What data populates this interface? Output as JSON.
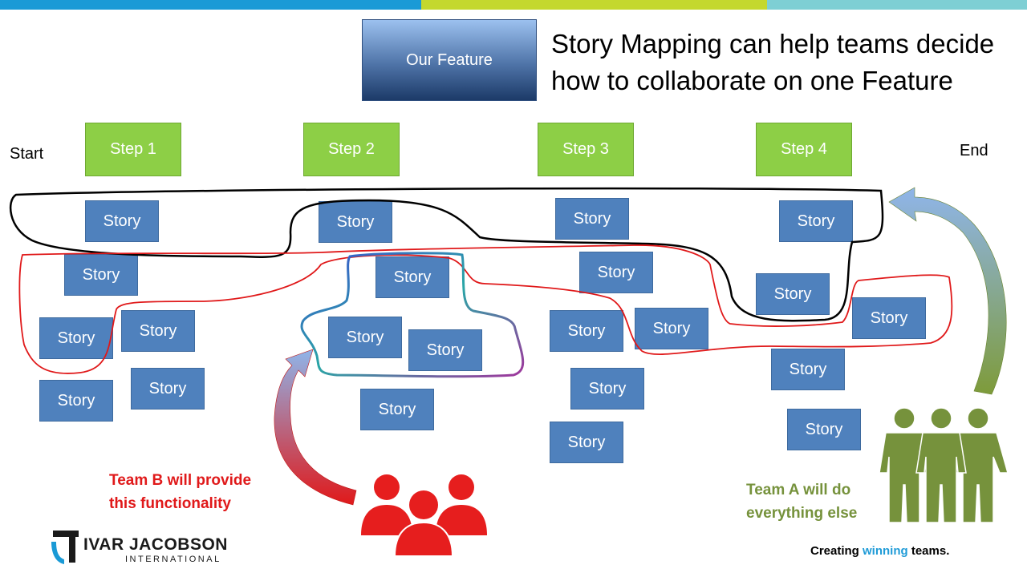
{
  "title": "Story Mapping can help teams decide how to collaborate on one Feature",
  "feature_label": "Our Feature",
  "start_label": "Start",
  "end_label": "End",
  "steps": [
    "Step 1",
    "Step 2",
    "Step 3",
    "Step 4"
  ],
  "story_label": "Story",
  "team_b": {
    "line1": "Team B will provide",
    "line2": "this functionality",
    "color": "#e0191a"
  },
  "team_a": {
    "line1": "Team A will do",
    "line2": "everything else",
    "color": "#76923c"
  },
  "tagline": {
    "pre": "Creating ",
    "highlight": "winning",
    "post": " teams."
  },
  "logo": {
    "name": "IVAR JACOBSON",
    "sub": "INTERNATIONAL"
  },
  "colors": {
    "story": "#4f81bd",
    "step": "#8dcf46",
    "bar_blue": "#1a9ad6",
    "bar_green": "#c4d82e",
    "bar_teal": "#7ecfd4"
  }
}
